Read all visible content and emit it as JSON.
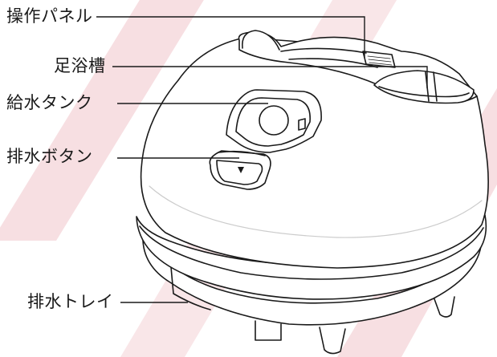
{
  "labels": {
    "control_panel": "操作パネル",
    "foot_bath": "足浴槽",
    "water_tank": "給水タンク",
    "drain_button": "排水ボタン",
    "drain_tray": "排水トレイ"
  },
  "colors": {
    "watermark": "#f7dfe2",
    "outline": "#1a1a1a",
    "body_fill": "#ffffff"
  }
}
